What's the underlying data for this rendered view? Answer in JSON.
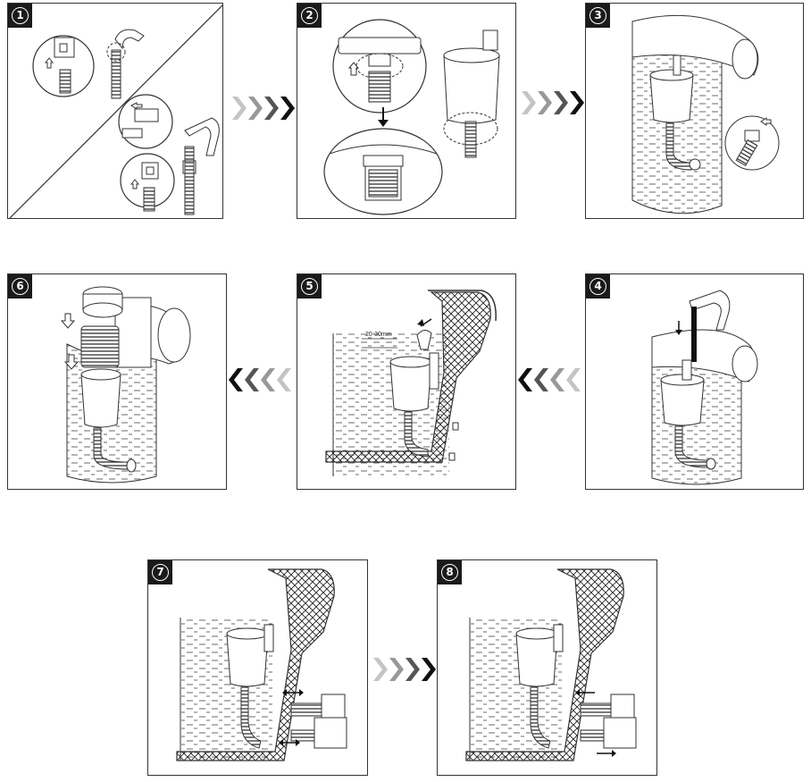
{
  "steps": [
    {
      "label": "1"
    },
    {
      "label": "2"
    },
    {
      "label": "3"
    },
    {
      "label": "4"
    },
    {
      "label": "5"
    },
    {
      "label": "6"
    },
    {
      "label": "7"
    },
    {
      "label": "8"
    }
  ],
  "annotations": {
    "water_gap": "20-30mm"
  },
  "colors": {
    "arrow_dark": "#111111",
    "arrow_mid": "#555555",
    "arrow_light": "#999999",
    "arrow_lighter": "#c4c4c4",
    "line": "#333333"
  },
  "icons": {
    "step_badge": "circled-number",
    "flow": "chevron-right-icon",
    "flow_reverse": "chevron-left-icon"
  }
}
